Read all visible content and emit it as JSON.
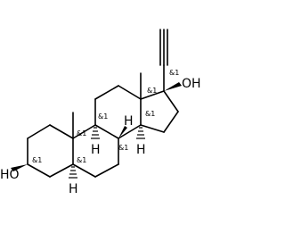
{
  "molecule": {
    "atoms": {
      "hydroxyl_17": "OH",
      "hydroxyl_3": "HO",
      "h_9": "H",
      "h_8": "H",
      "h_14": "H",
      "h_5": "H"
    },
    "stereocenters": {
      "c17": "&1",
      "c13": "&1",
      "c14": "&1",
      "c9": "&1",
      "c10": "&1",
      "c8": "&1",
      "c3": "&1",
      "c5": "&1"
    }
  }
}
